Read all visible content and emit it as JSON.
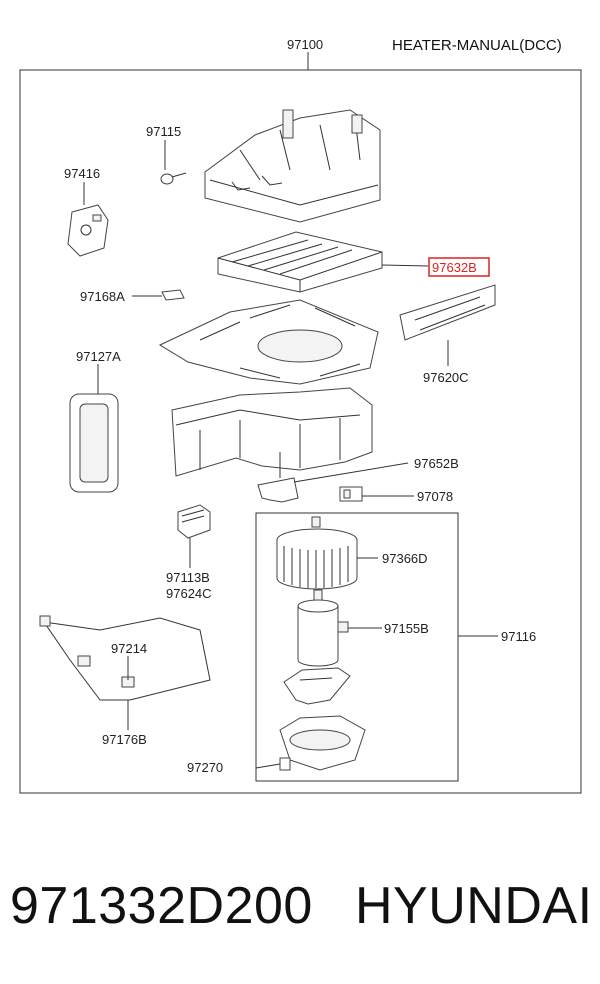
{
  "title": "HEATER-MANUAL(DCC)",
  "assembly_number": "97100",
  "highlight_color": "#dd2222",
  "callouts": [
    {
      "key": "97115",
      "text": "97115"
    },
    {
      "key": "97416",
      "text": "97416"
    },
    {
      "key": "97632B",
      "text": "97632B",
      "highlighted": true
    },
    {
      "key": "97168A",
      "text": "97168A"
    },
    {
      "key": "97620C",
      "text": "97620C"
    },
    {
      "key": "97127A",
      "text": "97127A"
    },
    {
      "key": "97652B",
      "text": "97652B"
    },
    {
      "key": "97078",
      "text": "97078"
    },
    {
      "key": "97366D",
      "text": "97366D"
    },
    {
      "key": "97113B",
      "text": "97113B"
    },
    {
      "key": "97624C",
      "text": "97624C"
    },
    {
      "key": "97155B",
      "text": "97155B"
    },
    {
      "key": "97116",
      "text": "97116"
    },
    {
      "key": "97214",
      "text": "97214"
    },
    {
      "key": "97176B",
      "text": "97176B"
    },
    {
      "key": "97270",
      "text": "97270"
    }
  ],
  "footer": {
    "part_number": "971332D200",
    "brand": "HYUNDAI"
  }
}
